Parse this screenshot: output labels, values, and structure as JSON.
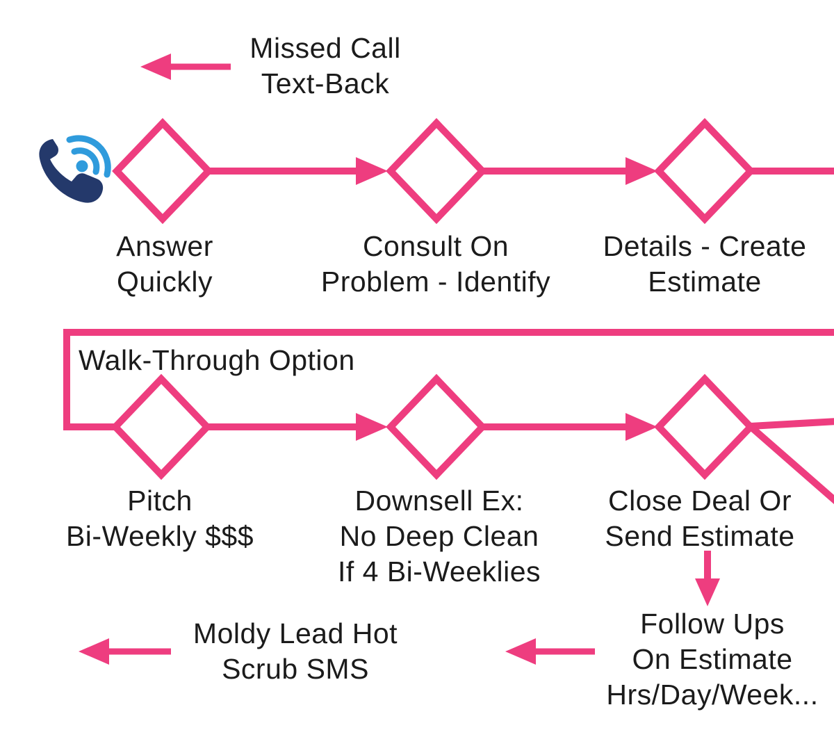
{
  "canvas": {
    "background": "#FFFFFF"
  },
  "palette": {
    "line_pink": "#EE3D7F",
    "text_dark": "#1B1B1B",
    "phone_navy": "#24396B",
    "phone_blue": "#2F9BDC"
  },
  "icons": {
    "phone": "phone-call-with-signal-waves"
  },
  "callouts": {
    "missed_call": {
      "lines": [
        "Missed Call",
        "Text-Back"
      ]
    },
    "walk_through": {
      "label": "Walk-Through Option"
    },
    "follow_ups": {
      "lines": [
        "Follow Ups",
        "On Estimate",
        "Hrs/Day/Week..."
      ]
    },
    "moldy_lead": {
      "lines": [
        "Moldy Lead Hot",
        "Scrub SMS"
      ]
    }
  },
  "nodes": {
    "answer": {
      "lines": [
        "Answer",
        "Quickly"
      ]
    },
    "consult": {
      "lines": [
        "Consult On",
        "Problem - Identify"
      ]
    },
    "details": {
      "lines": [
        "Details - Create",
        "Estimate"
      ]
    },
    "pitch": {
      "lines": [
        "Pitch",
        "Bi-Weekly $$$"
      ]
    },
    "downsell": {
      "lines": [
        "Downsell Ex:",
        "No Deep Clean",
        "If 4 Bi-Weeklies"
      ]
    },
    "close": {
      "lines": [
        "Close Deal Or",
        "Send Estimate"
      ]
    }
  },
  "edges": [
    "missed-call-text-back -> left (off-canvas)",
    "incoming-call -> answer-quickly",
    "answer-quickly -> consult-on-problem",
    "consult-on-problem -> details-create-estimate",
    "details-create-estimate -> right edge, wraps back as walk-through-option line",
    "walk-through-option line -> pitch-bi-weekly",
    "pitch-bi-weekly -> downsell",
    "downsell -> close-deal-or-send-estimate",
    "close-deal-or-send-estimate -> right edge (two branches)",
    "close-deal-or-send-estimate -> follow-ups-on-estimate",
    "follow-ups-on-estimate -> moldy-lead-hot-scrub-sms",
    "moldy-lead-hot-scrub-sms -> left (off-canvas)"
  ]
}
